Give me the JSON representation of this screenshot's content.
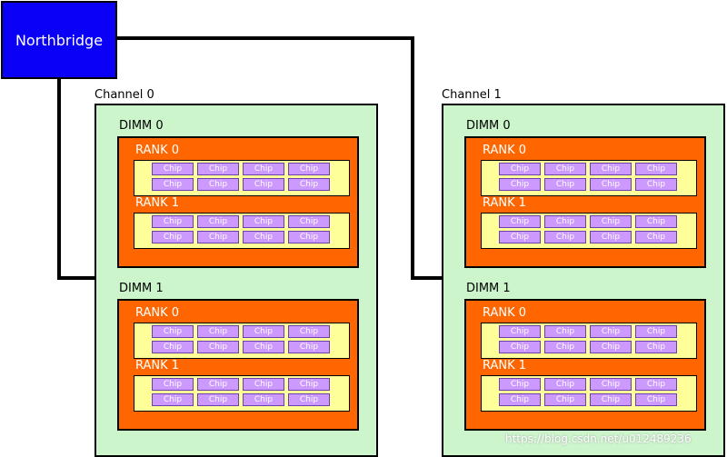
{
  "northbridge": {
    "label": "Northbridge"
  },
  "channels": [
    {
      "label": "Channel 0",
      "dimms": [
        {
          "label": "DIMM 0",
          "ranks": [
            {
              "label": "RANK 0",
              "chips": [
                "Chip",
                "Chip",
                "Chip",
                "Chip",
                "Chip",
                "Chip",
                "Chip",
                "Chip"
              ]
            },
            {
              "label": "RANK 1",
              "chips": [
                "Chip",
                "Chip",
                "Chip",
                "Chip",
                "Chip",
                "Chip",
                "Chip",
                "Chip"
              ]
            }
          ]
        },
        {
          "label": "DIMM 1",
          "ranks": [
            {
              "label": "RANK 0",
              "chips": [
                "Chip",
                "Chip",
                "Chip",
                "Chip",
                "Chip",
                "Chip",
                "Chip",
                "Chip"
              ]
            },
            {
              "label": "RANK 1",
              "chips": [
                "Chip",
                "Chip",
                "Chip",
                "Chip",
                "Chip",
                "Chip",
                "Chip",
                "Chip"
              ]
            }
          ]
        }
      ]
    },
    {
      "label": "Channel 1",
      "dimms": [
        {
          "label": "DIMM 0",
          "ranks": [
            {
              "label": "RANK 0",
              "chips": [
                "Chip",
                "Chip",
                "Chip",
                "Chip",
                "Chip",
                "Chip",
                "Chip",
                "Chip"
              ]
            },
            {
              "label": "RANK 1",
              "chips": [
                "Chip",
                "Chip",
                "Chip",
                "Chip",
                "Chip",
                "Chip",
                "Chip",
                "Chip"
              ]
            }
          ]
        },
        {
          "label": "DIMM 1",
          "ranks": [
            {
              "label": "RANK 0",
              "chips": [
                "Chip",
                "Chip",
                "Chip",
                "Chip",
                "Chip",
                "Chip",
                "Chip",
                "Chip"
              ]
            },
            {
              "label": "RANK 1",
              "chips": [
                "Chip",
                "Chip",
                "Chip",
                "Chip",
                "Chip",
                "Chip",
                "Chip",
                "Chip"
              ]
            }
          ]
        }
      ]
    }
  ],
  "watermark": "https://blog.csdn.net/u012489236",
  "colors": {
    "northbridge": "#0a00f5",
    "channel": "#ccf5cc",
    "dimm": "#ff6600",
    "rank": "#ffff99",
    "chip": "#cc99ff"
  }
}
